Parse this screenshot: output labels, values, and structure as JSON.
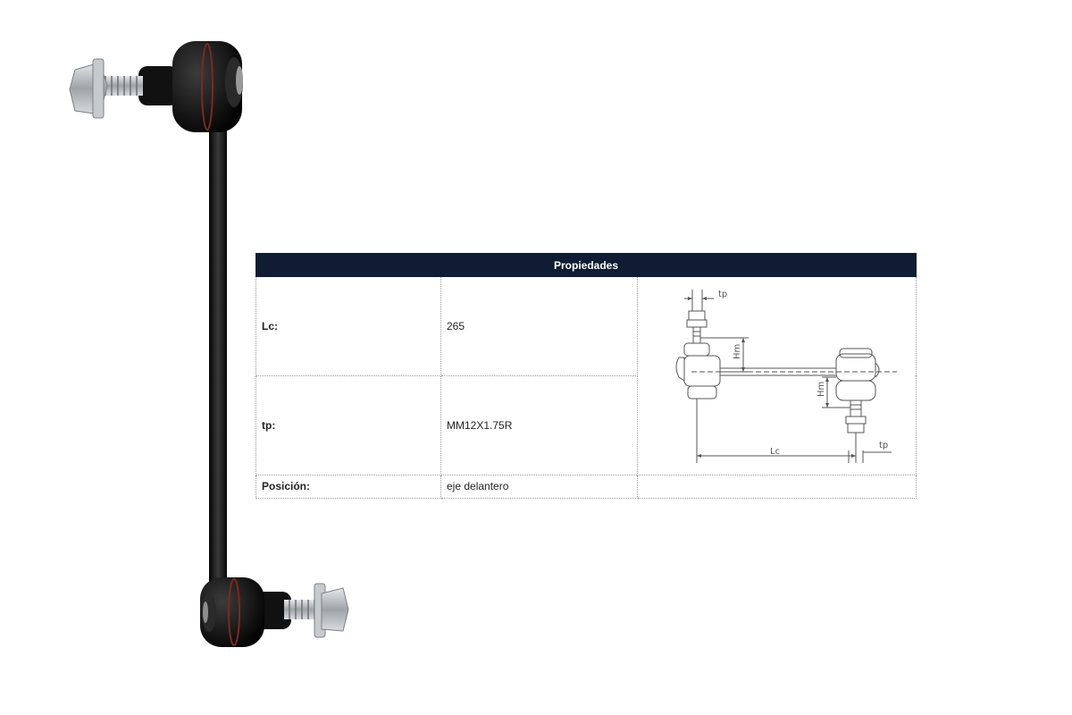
{
  "table": {
    "header": "Propiedades",
    "rows": [
      {
        "label": "Lc:",
        "value": "265"
      },
      {
        "label": "tp:",
        "value": "MM12X1.75R"
      },
      {
        "label": "Posición:",
        "value": "eje delantero"
      }
    ]
  },
  "diagram": {
    "labels": {
      "tp_top": "tp",
      "hm": "Hm",
      "hm_lower": "Hm",
      "lc": "Lc",
      "tp_bottom": "tp"
    }
  },
  "colors": {
    "header_bg": "#0f1c33",
    "rod": "#1a1a1a",
    "rubber_ring": "#7a2a1e",
    "bolt": "#b8bcc2"
  },
  "icons": [
    "stabilizer-link-photo",
    "stabilizer-link-diagram"
  ]
}
